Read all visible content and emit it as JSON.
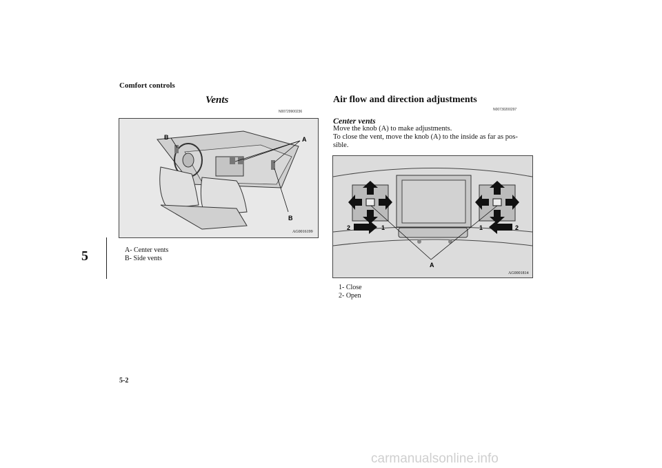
{
  "header": {
    "section": "Comfort controls"
  },
  "chapter": {
    "number": "5"
  },
  "vents": {
    "title": "Vents",
    "code": "N00729900236",
    "figure_id": "AG0016199",
    "figure_labels": {
      "a": "A",
      "b": "B"
    },
    "legend": [
      "A-  Center vents",
      "B-  Side vents"
    ]
  },
  "airflow": {
    "title": "Air flow and direction adjustments",
    "code": "N00730200297",
    "subtitle": "Center vents",
    "body": [
      "Move the knob (A) to make adjustments.",
      "To close the vent, move the knob (A) to the inside as far as pos-",
      "sible."
    ],
    "figure_id": "AG0001814",
    "figure_labels": {
      "a": "A",
      "one": "1",
      "two": "2"
    },
    "legend": [
      "1-  Close",
      "2-  Open"
    ]
  },
  "footer": {
    "page": "5-2"
  },
  "watermark": "carmanualsonline.info"
}
